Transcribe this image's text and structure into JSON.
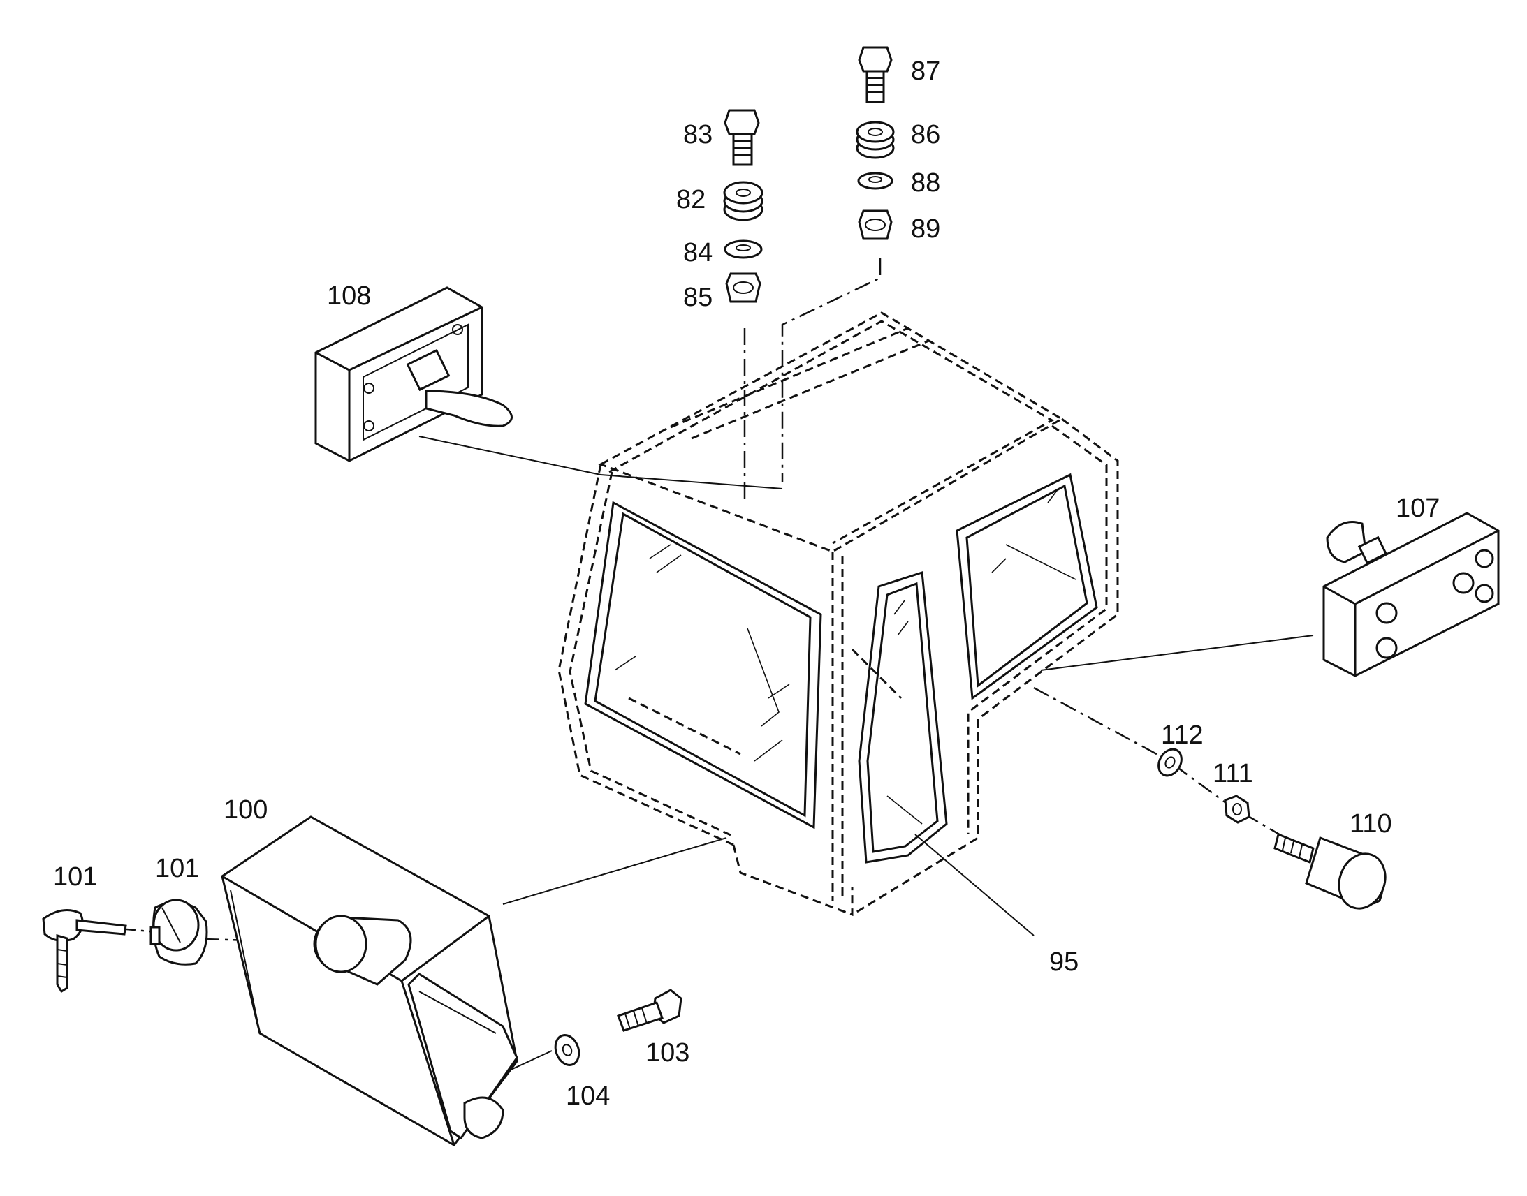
{
  "figure": {
    "callouts": [
      "83",
      "82",
      "84",
      "85",
      "87",
      "86",
      "88",
      "89",
      "108",
      "107",
      "112",
      "111",
      "110",
      "95",
      "100",
      "101",
      "101",
      "103",
      "104"
    ]
  },
  "colors": {
    "ink": "#111111",
    "paper": "#ffffff"
  }
}
